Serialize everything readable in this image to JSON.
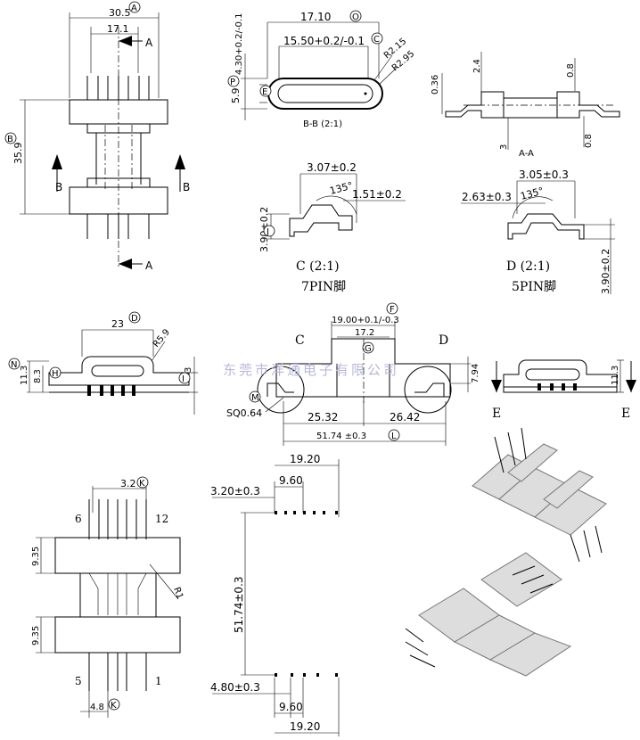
{
  "watermark": "东莞市洋通电子有限公司",
  "top_view": {
    "width_dim": "30.5",
    "inner_dim": "17.1",
    "height_dim": "35.9",
    "callout_a": "A",
    "callout_b": "B",
    "section_a": "A",
    "section_b": "B"
  },
  "section_bb": {
    "length": "17.10",
    "inner_length": "15.50+0.2/-0.1",
    "height": "4.30+0.2/-0.1",
    "inner_height": "5.9",
    "r1": "R2.15",
    "r2": "R2.95",
    "caption": "B-B (2:1)",
    "callouts": [
      "O",
      "C",
      "P",
      "E"
    ]
  },
  "section_aa": {
    "d1": "2.4",
    "d2": "0.8",
    "d3": "0.36",
    "d4": "3",
    "d5": "0.8",
    "caption": "A-A"
  },
  "detail_c": {
    "d1": "3.07±0.2",
    "angle": "135°",
    "d2": "1.51±0.2",
    "d3": "3.90±0.2",
    "callout": "J",
    "caption": "C (2:1)",
    "pins": "7PIN脚"
  },
  "detail_d": {
    "d1": "3.05±0.3",
    "d2": "2.63±0.3",
    "angle": "135°",
    "d3": "3.90±0.2",
    "caption": "D (2:1)",
    "pins": "5PIN脚"
  },
  "end_view": {
    "width": "23",
    "callout_d": "D",
    "r": "R5.9",
    "h1": "11.3",
    "h2": "8.3",
    "h3": "3",
    "callouts": [
      "N",
      "H",
      "I"
    ]
  },
  "front_view": {
    "label_c": "C",
    "label_d": "D",
    "top_dim": "19.00+0.1/-0.3",
    "mid_dim": "17.2",
    "left_dim": "25.32",
    "right_dim": "26.42",
    "total_dim": "51.74 ±0.3",
    "side_dim": "7.94",
    "pin_dim": "SQ0.64",
    "callouts": [
      "F",
      "G",
      "L",
      "M"
    ]
  },
  "side_view_e": {
    "label_left": "E",
    "label_right": "E",
    "h": "11.3"
  },
  "bottom_view": {
    "pitch": "3.2",
    "callout_k": "K",
    "pin_left_top": "6",
    "pin_right_top": "12",
    "h_top": "9.35",
    "h_bottom": "9.35",
    "r1": "R1",
    "pin_left_bottom": "5",
    "pin_right_bottom": "1",
    "bottom_dim": "4.8",
    "callout_k2": "K"
  },
  "pcb_layout": {
    "top_w": "19.20",
    "top_offset": "3.20±0.3",
    "top_pitch": "9.60",
    "height": "51.74±0.3",
    "bottom_offset": "4.80±0.3",
    "bottom_pitch": "9.60",
    "bottom_w": "19.20"
  }
}
